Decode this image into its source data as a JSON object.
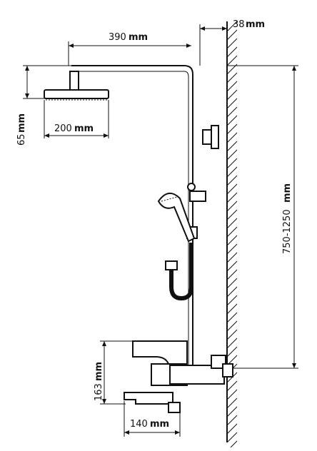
{
  "dimensions": {
    "arm_length": "390",
    "wall_offset": "38",
    "head_diameter": "200",
    "head_height": "65",
    "total_height": "750-1250",
    "mixer_height": "163",
    "spout_length": "140",
    "unit": "mm"
  }
}
